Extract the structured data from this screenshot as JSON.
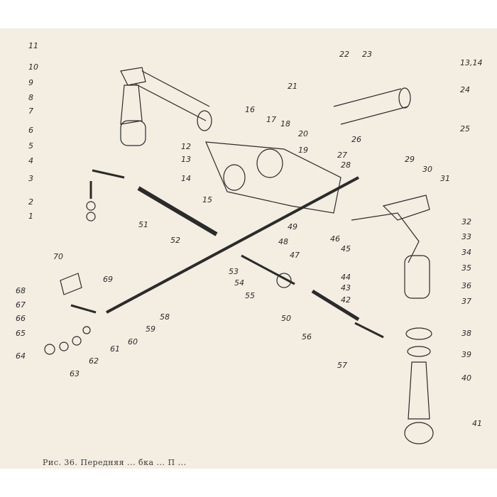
{
  "caption": "Рис. 36. Передняя ... бка ... П ...",
  "callouts": [
    "1",
    "2",
    "3",
    "4",
    "5",
    "6",
    "7",
    "8",
    "9",
    "10",
    "11",
    "12",
    "13",
    "14",
    "15",
    "16",
    "17",
    "18",
    "19",
    "20",
    "21",
    "22",
    "23",
    "13,14",
    "24",
    "25",
    "26",
    "27",
    "28",
    "29",
    "30",
    "31",
    "32",
    "33",
    "34",
    "35",
    "36",
    "37",
    "38",
    "39",
    "40",
    "41",
    "42",
    "43",
    "44",
    "45",
    "46",
    "47",
    "48",
    "49",
    "50",
    "51",
    "52",
    "53",
    "54",
    "55",
    "56",
    "57",
    "58",
    "59",
    "60",
    "61",
    "62",
    "63",
    "64",
    "65",
    "66",
    "67",
    "68",
    "69",
    "70"
  ],
  "colors": {
    "paper": "#f3ede2",
    "ink": "#2b2b2b",
    "background": "#ffffff"
  }
}
